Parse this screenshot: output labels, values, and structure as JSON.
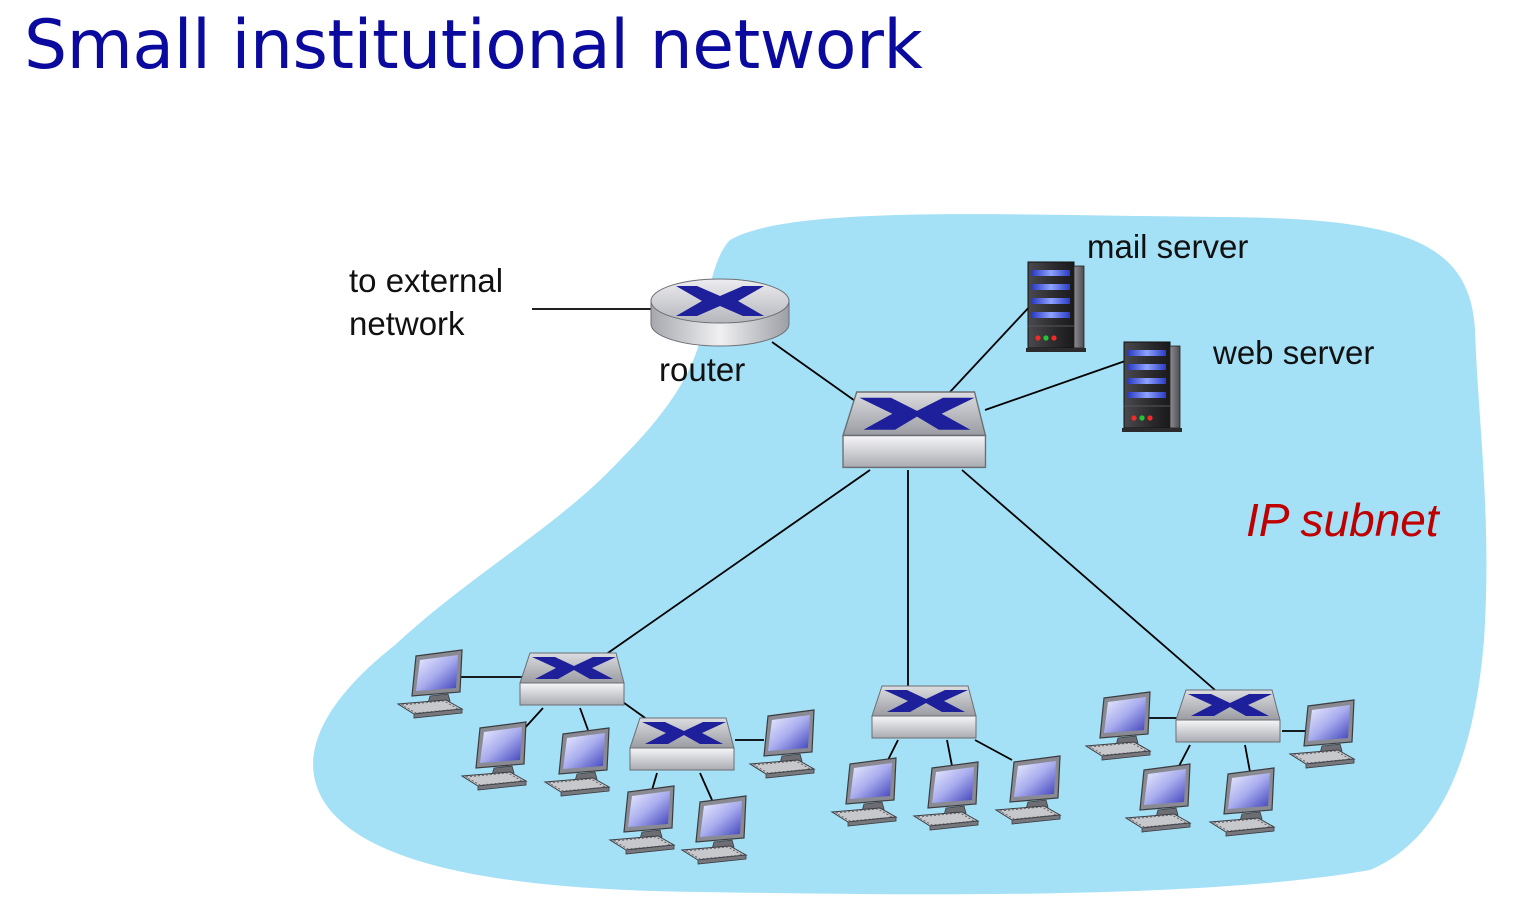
{
  "title": "Small institutional network",
  "labels": {
    "external_line1": "to external",
    "external_line2": "network",
    "router": "router",
    "mail_server": "mail server",
    "web_server": "web server",
    "subnet": "IP subnet"
  },
  "colors": {
    "title": "#0a0a9e",
    "subnet_fill": "#a4e0f6",
    "subnet_label": "#c00000",
    "switch_arrows": "#1d1f9b"
  },
  "icons": [
    "router-icon",
    "switch-icon",
    "server-icon",
    "computer-icon"
  ]
}
